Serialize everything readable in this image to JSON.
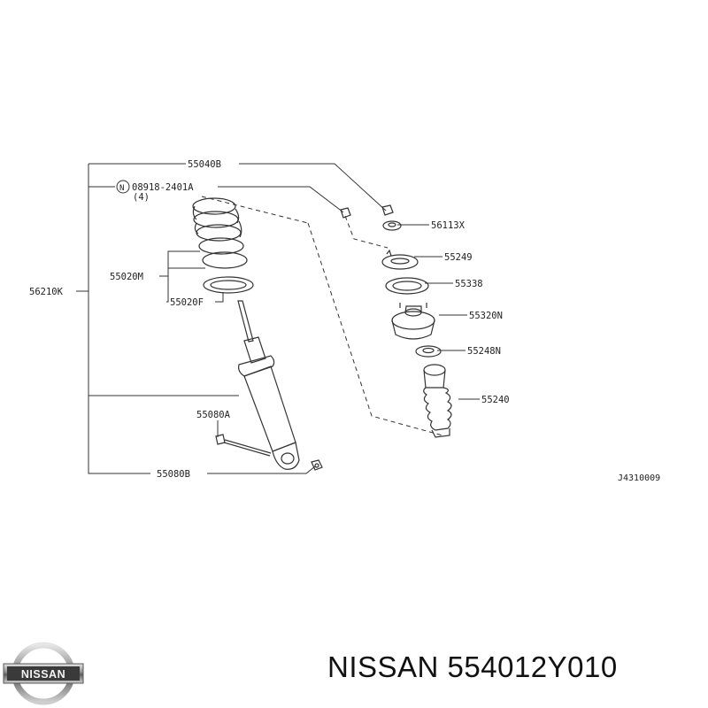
{
  "diagram": {
    "callouts": {
      "p55040B": "55040B",
      "p08918": "08918-2401A",
      "p08918_qty": "(4)",
      "p08918_prefix": "N",
      "p56113X": "56113X",
      "p55249": "55249",
      "p55338": "55338",
      "p55320N": "55320N",
      "p55248N": "55248N",
      "p55240": "55240",
      "p55020M": "55020M",
      "p55020F": "55020F",
      "p56210K": "56210K",
      "p55080A": "55080A",
      "p55080B": "55080B"
    },
    "drawing_code": "J4310009"
  },
  "brand": {
    "logo_text": "NISSAN",
    "caption": "NISSAN 554012Y010"
  },
  "colors": {
    "line": "#333333",
    "ink": "#222222"
  }
}
